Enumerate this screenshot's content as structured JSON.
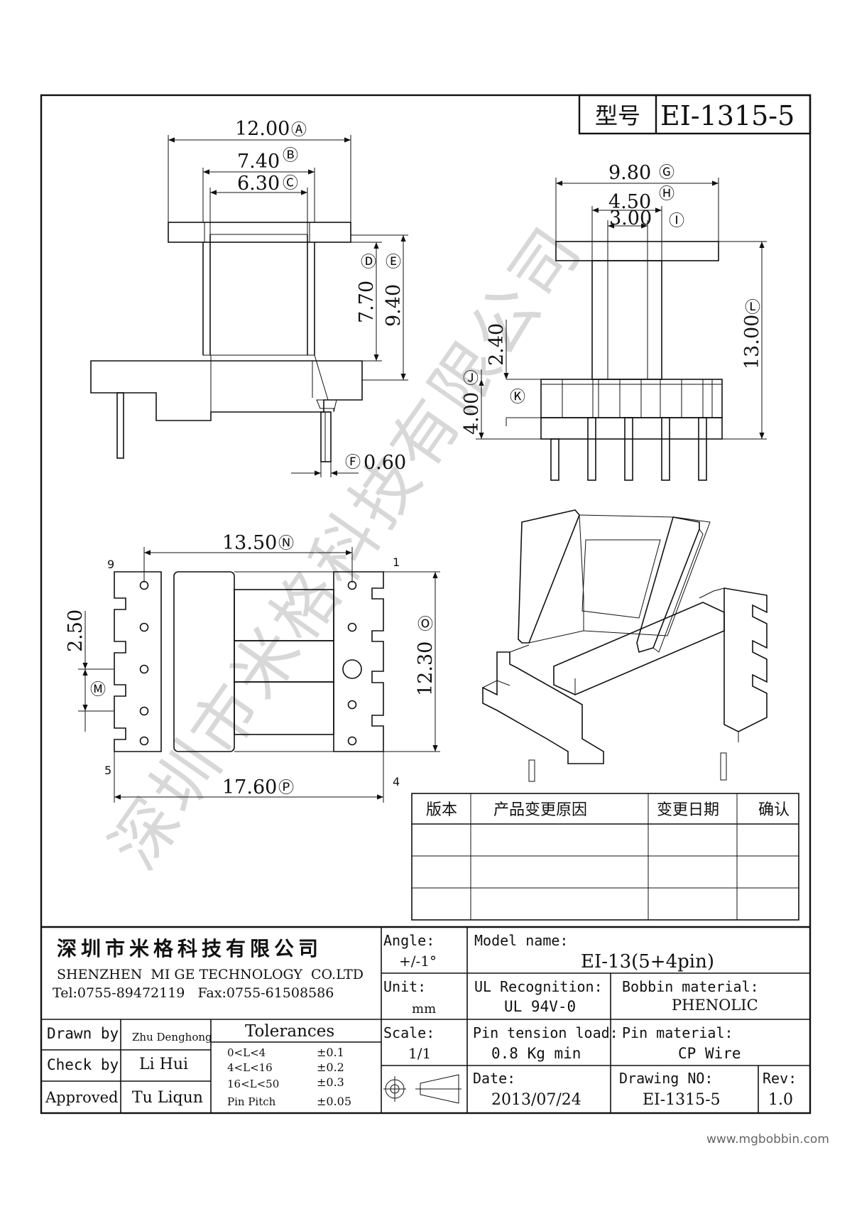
{
  "header": {
    "model_label": "型号",
    "model_value": "EI-1315-5"
  },
  "dims": {
    "a": "12.00",
    "a_id": "Ⓐ",
    "b": "7.40",
    "b_id": "Ⓑ",
    "c": "6.30",
    "c_id": "Ⓒ",
    "d": "7.70",
    "d_id": "Ⓓ",
    "e": "9.40",
    "e_id": "Ⓔ",
    "f": "0.60",
    "f_id": "Ⓕ",
    "g": "9.80",
    "g_id": "Ⓖ",
    "h": "4.50",
    "h_id": "Ⓗ",
    "i": "3.00",
    "i_id": "Ⓘ",
    "j_id": "Ⓙ",
    "k_id": "Ⓚ",
    "v240": "2.40",
    "v400": "4.00",
    "l": "13.00",
    "l_id": "Ⓛ",
    "m_id": "Ⓜ",
    "n": "13.50",
    "n_id": "Ⓝ",
    "o": "12.30",
    "o_id": "Ⓞ",
    "p": "17.60",
    "p_id": "Ⓟ",
    "pitch": "2.50"
  },
  "pins": {
    "p9": "9",
    "p1": "1",
    "p5": "5",
    "p4": "4"
  },
  "watermark": "深圳市米格科技有限公司",
  "revision_table": {
    "headers": [
      "版本",
      "产品变更原因",
      "变更日期",
      "确认"
    ]
  },
  "company": {
    "name_cn": "深圳市米格科技有限公司",
    "name_en": "SHENZHEN  MI GE TECHNOLOGY  CO.LTD",
    "contact": "Tel:0755-89472119   Fax:0755-61508586"
  },
  "title_block": {
    "angle_label": "Angle:",
    "angle_value": "+/-1°",
    "model_name_label": "Model name:",
    "model_name_value": "EI-13(5+4pin)",
    "unit_label": "Unit:",
    "unit_value": "mm",
    "ul_label": "UL Recognition:",
    "ul_value": "UL 94V-0",
    "bobbin_label": "Bobbin material:",
    "bobbin_value": "PHENOLIC",
    "scale_label": "Scale:",
    "scale_value": "1/1",
    "tension_label": "Pin tension load:",
    "tension_value": "0.8 Kg min",
    "pin_mat_label": "Pin material:",
    "pin_mat_value": "CP Wire",
    "date_label": "Date:",
    "date_value": "2013/07/24",
    "drawing_no_label": "Drawing NO:",
    "drawing_no_value": "EI-1315-5",
    "rev_label": "Rev:",
    "rev_value": "1.0",
    "drawn_label": "Drawn by",
    "drawn_value": "Zhu Denghong",
    "check_label": "Check by",
    "check_value": "Li Hui",
    "approved_label": "Approved",
    "approved_value": "Tu Liqun",
    "tolerances_title": "Tolerances",
    "tolerances": [
      {
        "range": "0<L<4",
        "tol": "±0.1"
      },
      {
        "range": "4<L<16",
        "tol": "±0.2"
      },
      {
        "range": "16<L<50",
        "tol": "±0.3"
      },
      {
        "range": "Pin Pitch",
        "tol": "±0.05"
      }
    ]
  },
  "footer_url": "www.mgbobbin.com"
}
